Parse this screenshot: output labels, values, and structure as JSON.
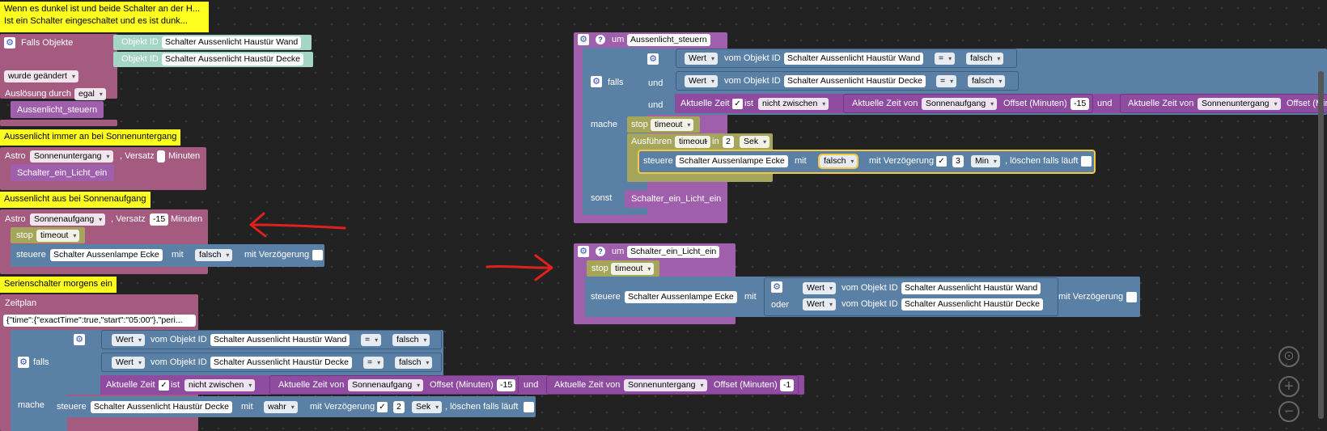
{
  "left": {
    "comment1": "Wenn es dunkel ist und beide Schalter an der H...",
    "comment2": "Ist ein Schalter eingeschaltet und es ist dunk...",
    "falls_objekte": "Falls Objekte",
    "objekt_id": "Objekt ID",
    "obj_wand": "Schalter Aussenlicht Haustür Wand",
    "obj_decke": "Schalter Aussenlicht Haustür Decke",
    "wurde_geaendert": "wurde geändert",
    "ausloesung_durch": "Auslösung durch",
    "egal": "egal",
    "call_aussenlicht": "Aussenlicht_steuern",
    "note_sunset": "Aussenlicht immer an bei Sonnenuntergang",
    "astro": "Astro",
    "sonnenuntergang": "Sonnenuntergang",
    "versatz": ", Versatz",
    "minuten": "Minuten",
    "call_licht_ein": "Schalter_ein_Licht_ein",
    "note_sunrise": "Aussenlicht aus bei Sonnenaufgang",
    "sonnenaufgang": "Sonnenaufgang",
    "versatz_val": "-15",
    "stop": "stop",
    "timeout": "timeout",
    "steuere": "steuere",
    "lampe_ecke": "Schalter Aussenlampe Ecke",
    "mit": "mit",
    "falsch": "falsch",
    "mit_verzoegerung": "mit Verzögerung",
    "note_serien": "Serienschalter morgens ein",
    "zeitplan": "Zeitplan",
    "zeitplan_val": "{\"time\":{\"exactTime\":true,\"start\":\"05:00\"},\"peri...",
    "falls": "falls",
    "und": "und",
    "mache": "mache",
    "wert": "Wert",
    "vom_objekt_id": "vom Objekt ID",
    "eq": "=",
    "aktuelle_zeit": "Aktuelle Zeit",
    "check": "✓",
    "ist": "ist",
    "nicht_zwischen": "nicht zwischen",
    "aktuelle_zeit_von": "Aktuelle Zeit von",
    "offset_min": "Offset (Minuten)",
    "offset1": "-15",
    "offset2": "-1",
    "wahr": "wahr",
    "delay_val": "2",
    "sek": "Sek",
    "loeschen": ", löschen falls läuft"
  },
  "right": {
    "um": "um",
    "func1": "Aussenlicht_steuern",
    "falls": "falls",
    "und": "und",
    "mache": "mache",
    "sonst": "sonst",
    "wert": "Wert",
    "vom_objekt_id": "vom Objekt ID",
    "obj_wand": "Schalter Aussenlicht Haustür Wand",
    "obj_decke": "Schalter Aussenlicht Haustür Decke",
    "eq": "=",
    "falsch": "falsch",
    "aktuelle_zeit": "Aktuelle Zeit",
    "check": "✓",
    "ist": "ist",
    "nicht_zwischen": "nicht zwischen",
    "aktuelle_zeit_von": "Aktuelle Zeit von",
    "sonnenaufgang": "Sonnenaufgang",
    "sonnenuntergang": "Sonnenuntergang",
    "offset_min": "Offset (Minuten)",
    "offset1": "-15",
    "offset_cut": "Offset (Min",
    "stop": "stop",
    "timeout": "timeout",
    "ausfuehren": "Ausführen",
    "in": "in",
    "two": "2",
    "sek": "Sek",
    "steuere": "steuere",
    "lampe_ecke": "Schalter Aussenlampe Ecke",
    "mit": "mit",
    "mit_verzoegerung": "mit Verzögerung",
    "three": "3",
    "min": "Min",
    "loeschen": ", löschen falls läuft",
    "call_licht_ein": "Schalter_ein_Licht_ein",
    "func2": "Schalter_ein_Licht_ein",
    "oder": "oder"
  },
  "controls": {
    "center": "⊙",
    "zoom_in": "+",
    "zoom_out": "−"
  },
  "icons": {
    "gear": "⚙",
    "help": "?"
  }
}
